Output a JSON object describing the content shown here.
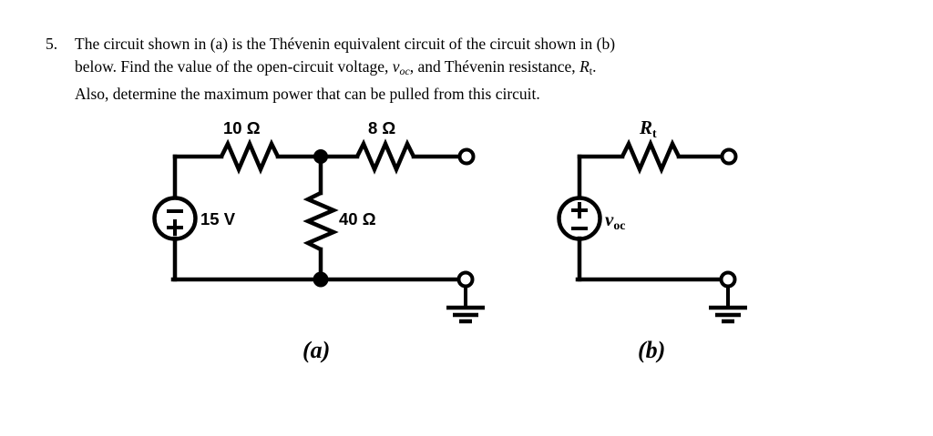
{
  "document": {
    "type": "textbook-problem",
    "background_color": "#ffffff",
    "ink_color": "#000000"
  },
  "problem": {
    "number": "5.",
    "line1": "The circuit shown in (a) is the Thévenin equivalent circuit of the circuit shown in (b)",
    "line2_part1": "below. Find the value of the open-circuit voltage, ",
    "line2_var1": "v",
    "line2_var1_sub": "oc",
    "line2_part2": ", and Thévenin resistance, ",
    "line2_var2": "R",
    "line2_var2_sub": "t",
    "line2_part3": ".",
    "line3": "Also, determine the maximum power that can be pulled from this circuit."
  },
  "figures": [
    {
      "id": "a",
      "caption": "(a)",
      "description": "Thevenin equivalent source network with 15 V source, 10 ohm series resistor, 40 ohm shunt resistor and 8 ohm series resistor to open output terminal over ground",
      "components": [
        {
          "name": "voltage-source",
          "label": "15 V",
          "polarity_top": "−",
          "polarity_bottom": "+"
        },
        {
          "name": "resistor-10",
          "label": "10 Ω",
          "orientation": "horizontal"
        },
        {
          "name": "resistor-8",
          "label": "8 Ω",
          "orientation": "horizontal"
        },
        {
          "name": "resistor-40",
          "label": "40 Ω",
          "orientation": "vertical"
        },
        {
          "name": "output-terminal",
          "label": ""
        },
        {
          "name": "ground-terminal",
          "label": ""
        }
      ]
    },
    {
      "id": "b",
      "caption": "(b)",
      "description": "Thevenin equivalent circuit with voc source in series with Rt to open output terminal over ground",
      "components": [
        {
          "name": "voltage-source",
          "label": "v_oc",
          "polarity_top": "+",
          "polarity_bottom": "−"
        },
        {
          "name": "resistor-rt",
          "label": "R_t",
          "orientation": "horizontal"
        },
        {
          "name": "output-terminal",
          "label": ""
        },
        {
          "name": "ground-terminal",
          "label": ""
        }
      ]
    }
  ],
  "labels": {
    "r10": "10 Ω",
    "r8": "8 Ω",
    "r40": "40 Ω",
    "v15": "15 V",
    "rt_base": "R",
    "rt_sub": "t",
    "voc_base": "v",
    "voc_sub": "oc",
    "caption_a": "(a)",
    "caption_b": "(b)"
  },
  "source_polarity": {
    "figure_a_top": "−",
    "figure_a_bottom": "+",
    "figure_b_top": "+",
    "figure_b_bottom": "−"
  }
}
